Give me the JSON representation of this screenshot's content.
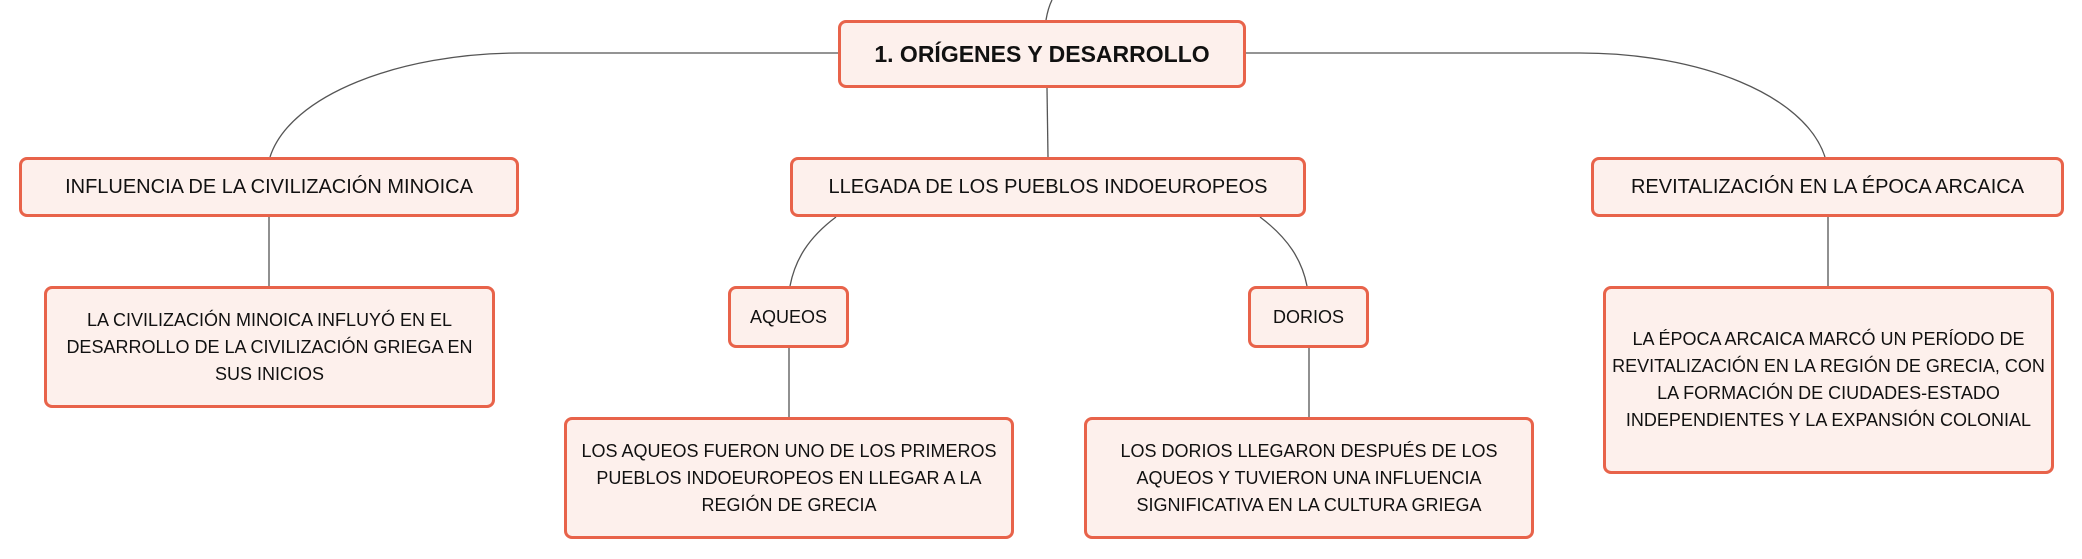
{
  "root": {
    "label": "1. ORÍGENES Y DESARROLLO"
  },
  "branches": [
    {
      "label": "INFLUENCIA DE LA CIVILIZACIÓN MINOICA",
      "detail": "LA CIVILIZACIÓN MINOICA INFLUYÓ EN EL DESARROLLO DE LA CIVILIZACIÓN GRIEGA EN SUS INICIOS"
    },
    {
      "label": "LLEGADA DE LOS PUEBLOS INDOEUROPEOS",
      "children": [
        {
          "label": "AQUEOS",
          "detail": "LOS AQUEOS FUERON UNO DE LOS PRIMEROS PUEBLOS INDOEUROPEOS EN LLEGAR A LA REGIÓN DE GRECIA"
        },
        {
          "label": "DORIOS",
          "detail": "LOS DORIOS LLEGARON DESPUÉS DE LOS AQUEOS Y TUVIERON UNA INFLUENCIA SIGNIFICATIVA EN LA CULTURA GRIEGA"
        }
      ]
    },
    {
      "label": "REVITALIZACIÓN EN LA ÉPOCA ARCAICA",
      "detail": "LA ÉPOCA ARCAICA MARCÓ UN PERÍODO DE REVITALIZACIÓN EN LA REGIÓN DE GRECIA, CON LA FORMACIÓN DE CIUDADES-ESTADO INDEPENDIENTES Y LA EXPANSIÓN COLONIAL"
    }
  ],
  "colors": {
    "node_border": "#e8634a",
    "node_fill": "#fdf0ec",
    "connector": "#555555"
  }
}
